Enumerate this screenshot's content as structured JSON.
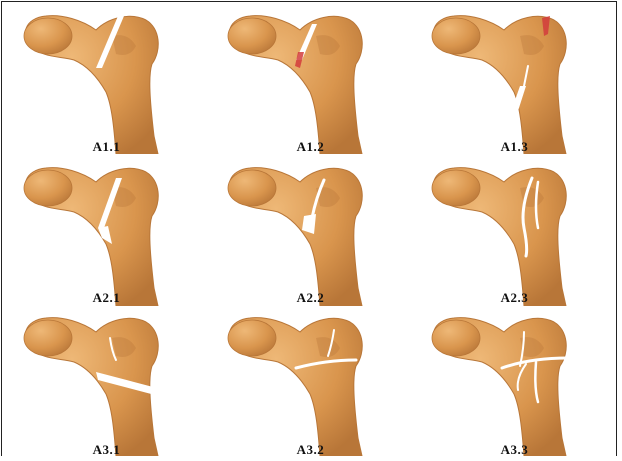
{
  "figure": {
    "panels": [
      {
        "label": "A1.1",
        "fracture_type": "simple-oblique"
      },
      {
        "label": "A1.2",
        "fracture_type": "neck-with-red-mark"
      },
      {
        "label": "A1.3",
        "fracture_type": "greater-trochanter-distal-spike"
      },
      {
        "label": "A2.1",
        "fracture_type": "intertrochanteric-with-fragment"
      },
      {
        "label": "A2.2",
        "fracture_type": "multifragment-small-chip"
      },
      {
        "label": "A2.3",
        "fracture_type": "multifragment-long"
      },
      {
        "label": "A3.1",
        "fracture_type": "reverse-oblique"
      },
      {
        "label": "A3.2",
        "fracture_type": "transverse"
      },
      {
        "label": "A3.3",
        "fracture_type": "comminuted-transverse"
      }
    ],
    "colors": {
      "bone": "#d9954d",
      "bone_shadow": "#b87638",
      "bone_highlight": "#eeb877",
      "fracture_line": "#ffffff",
      "accent_red": "#d23c3c",
      "label_text": "#111111",
      "frame": "#222222"
    }
  }
}
